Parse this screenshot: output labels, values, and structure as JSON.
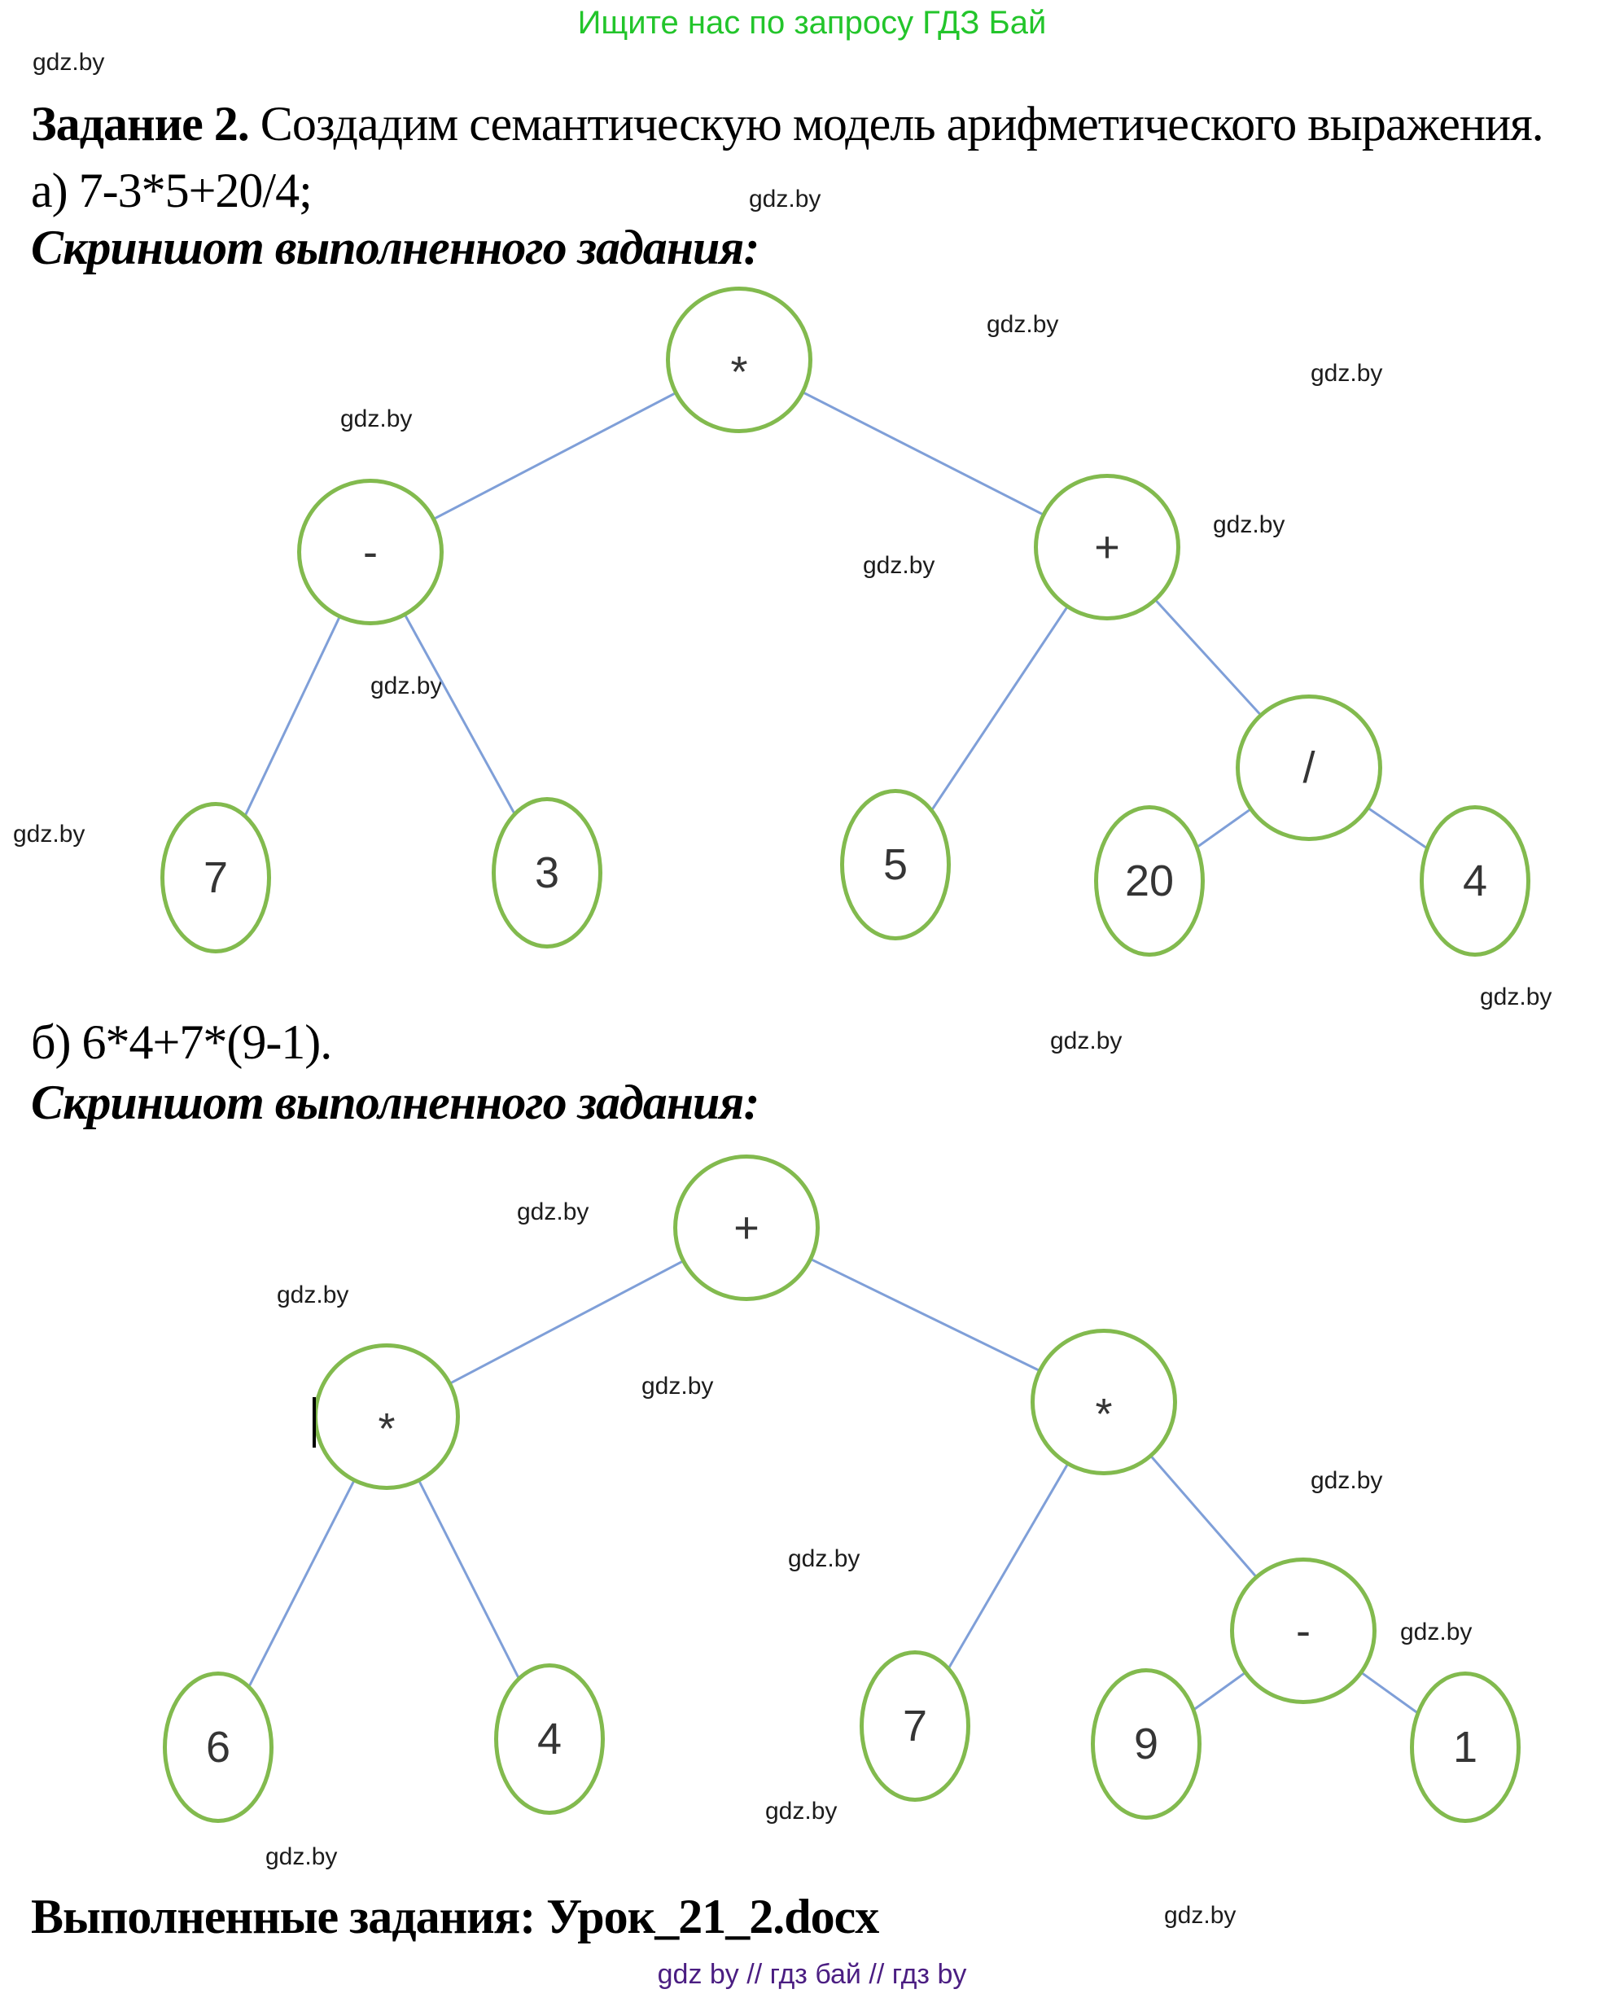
{
  "promo_banner": "Ищите нас по запросу ГДЗ Бай",
  "watermark": "gdz.by",
  "task": {
    "number_label": "Задание 2.",
    "description": " Создадим семантическую модель арифметического выражения.",
    "item_a": "а) 7-3*5+20/4;",
    "item_b": "б) 6*4+7*(9-1).",
    "screenshot_caption": "Скриншот выполненного задания:"
  },
  "tree_a": {
    "expression": "7-3*5+20/4",
    "nodes": {
      "root": "*",
      "minus": "-",
      "plus": "+",
      "div": "/",
      "n7": "7",
      "n3": "3",
      "n5": "5",
      "n20": "20",
      "n4": "4"
    },
    "edges": [
      [
        "*",
        "-"
      ],
      [
        "*",
        "+"
      ],
      [
        "-",
        "7"
      ],
      [
        "-",
        "3"
      ],
      [
        "+",
        "5"
      ],
      [
        "+",
        "/"
      ],
      [
        "/",
        "20"
      ],
      [
        "/",
        "4"
      ]
    ]
  },
  "tree_b": {
    "expression": "6*4+7*(9-1)",
    "nodes": {
      "root": "+",
      "mul_left": "*",
      "mul_right": "*",
      "minus": "-",
      "n6": "6",
      "n4": "4",
      "n7": "7",
      "n9": "9",
      "n1": "1"
    },
    "edges": [
      [
        "+",
        "*left"
      ],
      [
        "+",
        "*right"
      ],
      [
        "*left",
        "6"
      ],
      [
        "*left",
        "4"
      ],
      [
        "*right",
        "7"
      ],
      [
        "*right",
        "-"
      ],
      [
        "-",
        "9"
      ],
      [
        "-",
        "1"
      ]
    ]
  },
  "footer": {
    "completed_line": "Выполненные задания: Урок_21_2.docx",
    "site_tags": "gdz by  //  гдз бай  //  гдз by"
  }
}
